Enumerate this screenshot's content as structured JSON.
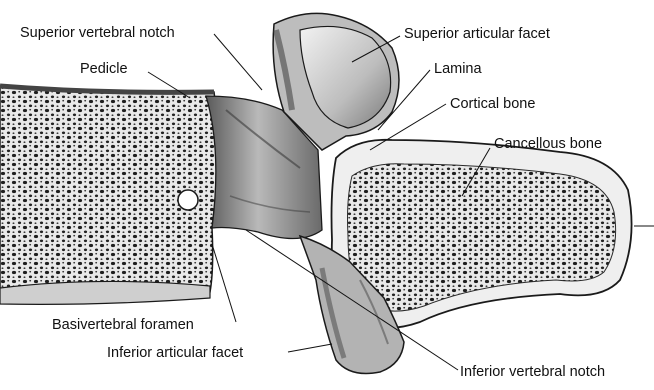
{
  "figure": {
    "labels": {
      "superior_vertebral_notch": "Superior vertebral notch",
      "pedicle": "Pedicle",
      "superior_articular_facet": "Superior articular facet",
      "lamina": "Lamina",
      "cortical_bone": "Cortical bone",
      "cancellous_bone": "Cancellous bone",
      "basivertebral_foramen": "Basivertebral foramen",
      "inferior_articular_facet": "Inferior articular facet",
      "inferior_vertebral_notch": "Inferior vertebral notch"
    },
    "colors": {
      "bone_fill": "#d7d7d7",
      "cortex_fill": "#efefef",
      "outline": "#1a1a1a",
      "shadow": "#6e6e6e",
      "label_text": "#111111"
    }
  }
}
